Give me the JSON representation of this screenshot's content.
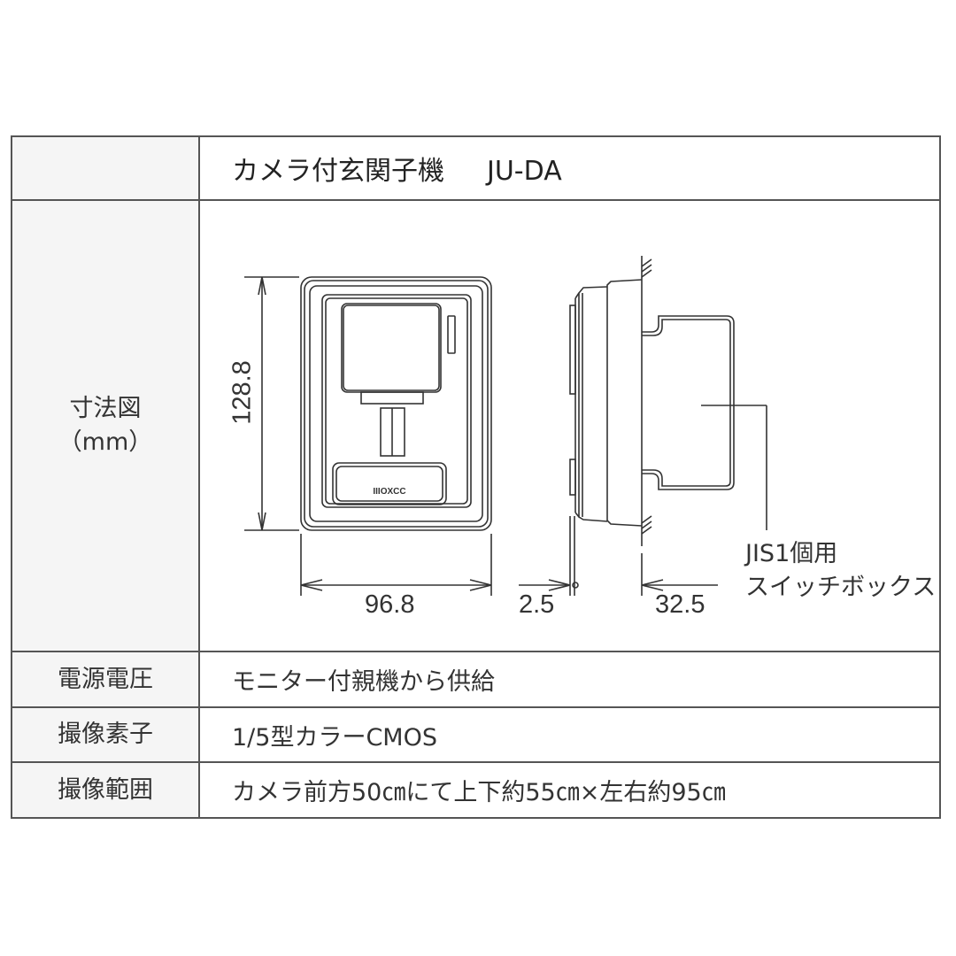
{
  "header": {
    "product_name": "カメラ付玄関子機",
    "model": "JU-DA"
  },
  "diagram": {
    "label": "寸法図",
    "unit": "（mm）",
    "dimensions": {
      "height": "128.8",
      "width": "96.8",
      "front_protrusion": "2.5",
      "depth": "32.5"
    },
    "callout": {
      "line1": "JIS1個用",
      "line2": "スイッチボックス"
    },
    "device_logo": "IIIOXCC"
  },
  "specs": [
    {
      "label": "電源電圧",
      "value": "モニター付親機から供給"
    },
    {
      "label": "撮像素子",
      "value": "1/5型カラーCMOS"
    },
    {
      "label": "撮像範囲",
      "value": "カメラ前方50㎝にて上下約55㎝×左右約95㎝"
    }
  ],
  "colors": {
    "border": "#555555",
    "label_bg": "#f5f5f5",
    "text": "#333333"
  }
}
